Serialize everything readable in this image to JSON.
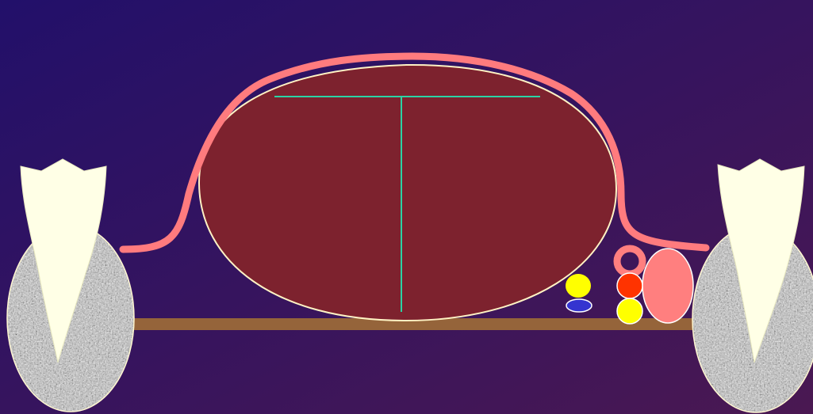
{
  "colors": {
    "background_start": "#22106a",
    "background_end": "#4a1852",
    "muscle_mass_fill": "#7d222e",
    "muscle_mass_outline": "#fff3c4",
    "mucosa_outline": "#ff7b7e",
    "floor_band": "#95643a",
    "bone": "#b8b8b8",
    "tooth": "#ffffe6",
    "measurement_lines": "#2bd3a4",
    "yellow_structure": "#ffff00",
    "blue_structure": "#3434d0",
    "red_structure": "#ff3300",
    "pink_structure": "#ff7f7f"
  },
  "elements": [
    "mucosa-outline",
    "muscle-mass",
    "measurement-lines",
    "floor-band",
    "left-bone",
    "left-tooth",
    "right-bone",
    "right-tooth",
    "small-yellow-structure",
    "small-blue-structure",
    "pink-ring-structure",
    "red-structure",
    "yellow-structure",
    "pink-oval-structure"
  ]
}
